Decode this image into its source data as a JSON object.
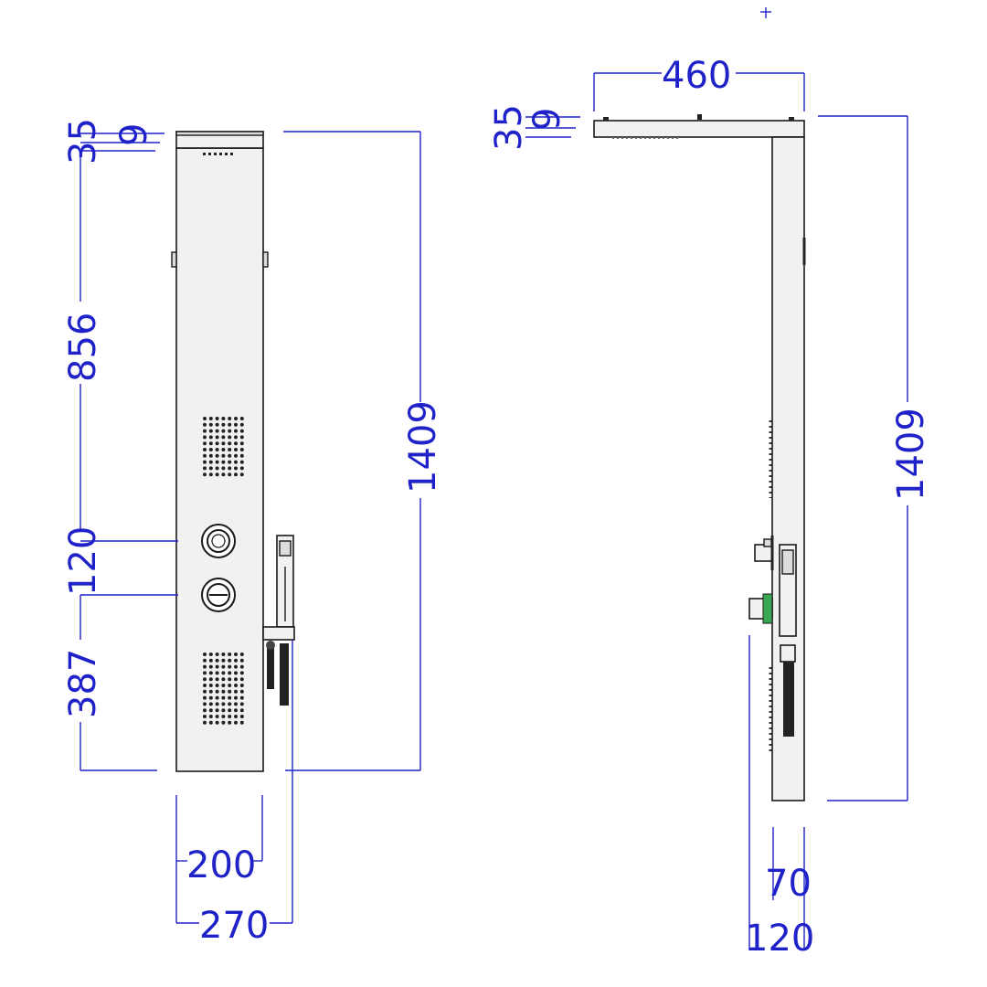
{
  "colors": {
    "dimension": "#1f22c8",
    "outline": "#1a1a1a",
    "panel_fill": "#f1f1ef",
    "accent_green": "#3aa655"
  },
  "front_view": {
    "top_offset_a": "35",
    "top_offset_b": "9",
    "upper_height": "856",
    "control_spacing": "120",
    "lower_height": "387",
    "total_height": "1409",
    "panel_width": "200",
    "overall_width": "270"
  },
  "side_view": {
    "top_offset_a": "35",
    "top_offset_b": "9",
    "head_reach": "460",
    "total_height": "1409",
    "panel_depth": "70",
    "overall_depth": "120"
  }
}
